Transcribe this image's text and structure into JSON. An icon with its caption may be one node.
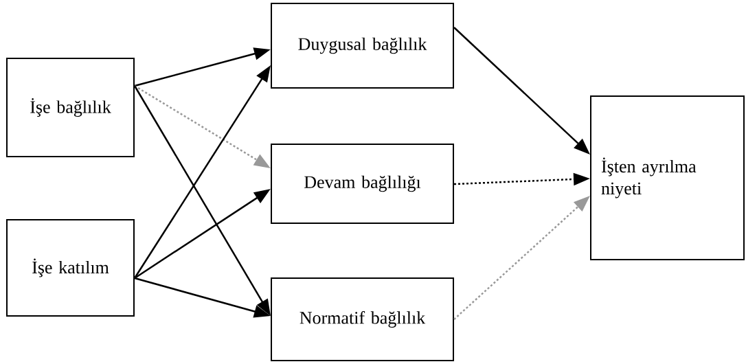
{
  "diagram": {
    "nodes": [
      {
        "text": [
          "İşe bağlılık"
        ]
      },
      {
        "text": [
          "İşe katılım"
        ]
      },
      {
        "text": [
          "Duygusal bağlılık"
        ]
      },
      {
        "text": [
          "Devam bağlılığı"
        ]
      },
      {
        "text": [
          "Normatif bağlılık"
        ]
      },
      {
        "text": [
          "İşten ayrılma niyeti"
        ]
      }
    ],
    "edges": [
      {
        "from": 0,
        "to": 2,
        "arrow": "to"
      },
      {
        "from": 0,
        "to": 3,
        "arrow": "to",
        "style": "dashed",
        "color": "#999999"
      },
      {
        "from": 0,
        "to": 4,
        "arrow": "to"
      },
      {
        "from": 1,
        "to": 2,
        "arrow": "to"
      },
      {
        "from": 1,
        "to": 3,
        "arrow": "to"
      },
      {
        "from": 1,
        "to": 4,
        "arrow": "to"
      },
      {
        "from": 2,
        "to": 5,
        "arrow": "to"
      },
      {
        "from": 3,
        "to": 5,
        "arrow": "to",
        "style": "dashed"
      },
      {
        "from": 4,
        "to": 5,
        "arrow": "to",
        "style": "dashed",
        "color": "#999999"
      }
    ]
  }
}
